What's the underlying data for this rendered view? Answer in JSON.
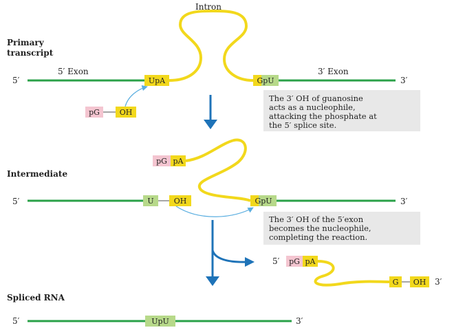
{
  "labels": {
    "intron": "Intron",
    "primary_line1": "Primary",
    "primary_line2": "transcript",
    "intermediate": "Intermediate",
    "spliced": "Spliced RNA",
    "five_exon": "5′ Exon",
    "three_exon": "3′ Exon",
    "five_prime": "5′",
    "three_prime": "3′"
  },
  "boxes": {
    "upa": "UpA",
    "gpu": "GpU",
    "pg": "pG",
    "oh": "OH",
    "pgpa_p": "pG",
    "pgpa_a": "pA",
    "u": "U",
    "oh2": "OH",
    "gpu2": "GpU",
    "out_pgpa_p": "pG",
    "out_pgpa_a": "pA",
    "g": "G",
    "oh3": "OH",
    "upu": "UpU"
  },
  "notes": {
    "note1": [
      "The 3′ OH of guanosine",
      "acts as a nucleophile,",
      "attacking the phosphate at",
      "the 5′ splice site."
    ],
    "note2": [
      "The 3′ OH of the 5′exon",
      "becomes the nucleophile,",
      "completing the reaction."
    ]
  },
  "colors": {
    "exon_line": "#2aa148",
    "intron_line": "#f2d81c",
    "yellow_box": "#f2d81c",
    "green_box": "#b7d98a",
    "pink_box": "#f4c5d0",
    "arrow": "#1e73b8",
    "thin_arrow": "#5aaee0",
    "note_bg": "#e8e8e8"
  }
}
